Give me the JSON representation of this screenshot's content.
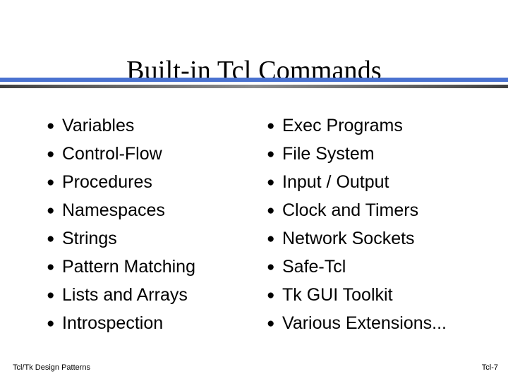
{
  "slide": {
    "title": "Built-in Tcl Commands",
    "bullet_glyph": "●",
    "colors": {
      "rule_blue": "#4a72d0",
      "rule_gray_dark": "#3f3f3f",
      "rule_gray_light": "#8b8b8b",
      "text": "#000000",
      "background": "#ffffff"
    },
    "columns": [
      {
        "name": "left",
        "items": [
          "Variables",
          "Control-Flow",
          "Procedures",
          "Namespaces",
          "Strings",
          "Pattern Matching",
          "Lists and Arrays",
          "Introspection"
        ]
      },
      {
        "name": "right",
        "items": [
          "Exec Programs",
          "File System",
          "Input / Output",
          "Clock and Timers",
          "Network Sockets",
          "Safe-Tcl",
          "Tk GUI Toolkit",
          "Various Extensions..."
        ]
      }
    ],
    "footer": {
      "left": "Tcl/Tk Design Patterns",
      "right": "Tcl-7"
    }
  }
}
